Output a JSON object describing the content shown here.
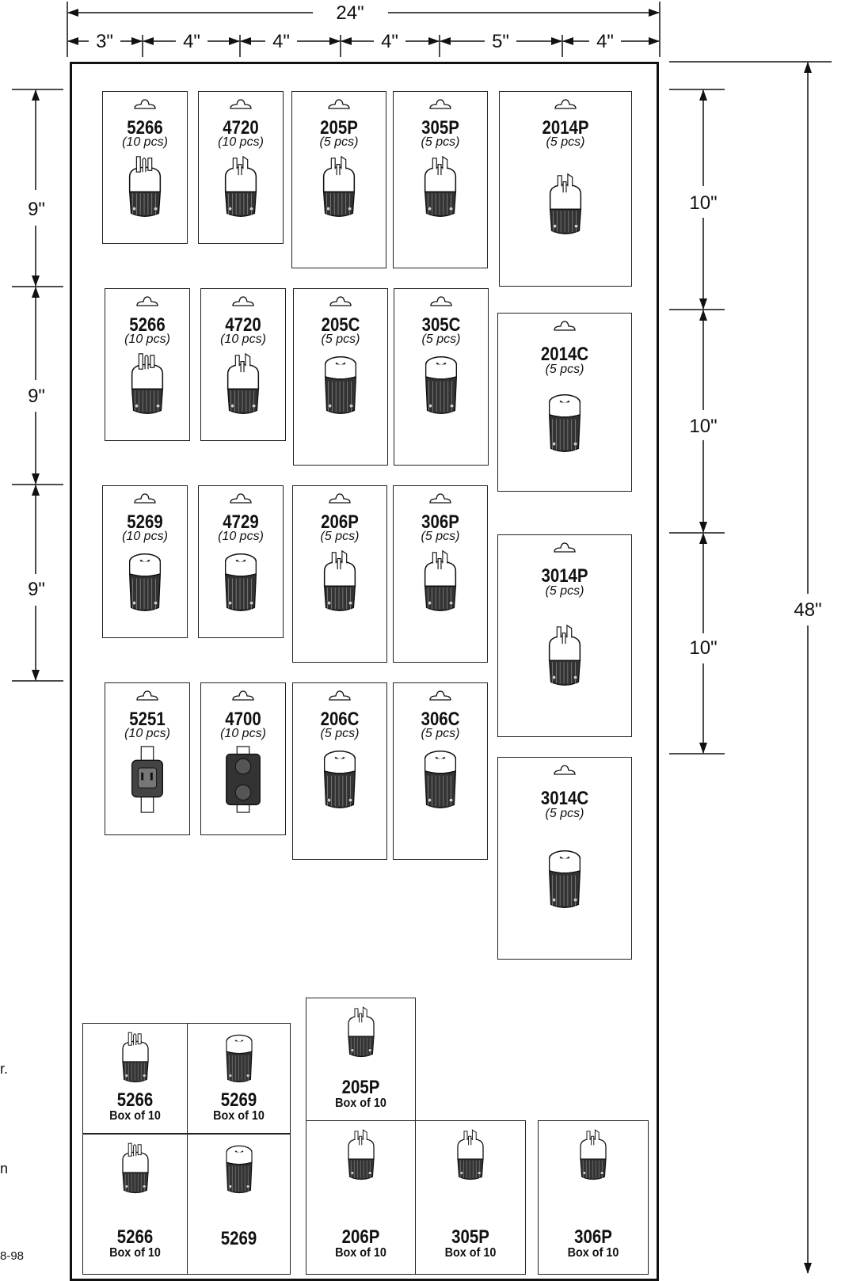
{
  "dimensions": {
    "total_width": "24\"",
    "columns": [
      "3\"",
      "4\"",
      "4\"",
      "4\"",
      "5\"",
      "4\""
    ],
    "left_rows": [
      "9\"",
      "9\"",
      "9\""
    ],
    "right_rows": [
      "10\"",
      "10\"",
      "10\""
    ],
    "total_height": "48\""
  },
  "cards": [
    {
      "code": "5266",
      "qty": "(10 pcs)",
      "image": "plug-icon"
    },
    {
      "code": "4720",
      "qty": "(10 pcs)",
      "image": "locking-plug-icon"
    },
    {
      "code": "205P",
      "qty": "(5 pcs)",
      "image": "locking-plug-icon"
    },
    {
      "code": "305P",
      "qty": "(5 pcs)",
      "image": "locking-plug-icon"
    },
    {
      "code": "2014P",
      "qty": "(5 pcs)",
      "image": "locking-plug-icon"
    },
    {
      "code": "5266",
      "qty": "(10 pcs)",
      "image": "plug-icon"
    },
    {
      "code": "4720",
      "qty": "(10 pcs)",
      "image": "locking-plug-icon"
    },
    {
      "code": "205C",
      "qty": "(5 pcs)",
      "image": "connector-icon"
    },
    {
      "code": "305C",
      "qty": "(5 pcs)",
      "image": "connector-icon"
    },
    {
      "code": "2014C",
      "qty": "(5 pcs)",
      "image": "connector-icon"
    },
    {
      "code": "5269",
      "qty": "(10 pcs)",
      "image": "connector-icon"
    },
    {
      "code": "4729",
      "qty": "(10 pcs)",
      "image": "connector-icon"
    },
    {
      "code": "206P",
      "qty": "(5 pcs)",
      "image": "locking-plug-icon"
    },
    {
      "code": "306P",
      "qty": "(5 pcs)",
      "image": "locking-plug-icon"
    },
    {
      "code": "3014P",
      "qty": "(5 pcs)",
      "image": "locking-plug-icon"
    },
    {
      "code": "5251",
      "qty": "(10 pcs)",
      "image": "receptacle-icon"
    },
    {
      "code": "4700",
      "qty": "(10 pcs)",
      "image": "duplex-receptacle-icon"
    },
    {
      "code": "206C",
      "qty": "(5 pcs)",
      "image": "connector-icon"
    },
    {
      "code": "306C",
      "qty": "(5 pcs)",
      "image": "connector-icon"
    },
    {
      "code": "3014C",
      "qty": "(5 pcs)",
      "image": "connector-icon"
    }
  ],
  "boxes": [
    {
      "code": "5266",
      "sub": "Box of 10"
    },
    {
      "code": "5269",
      "sub": "Box of 10"
    },
    {
      "code": "205P",
      "sub": "Box of 10"
    },
    {
      "code": "5266",
      "sub": "Box of 10"
    },
    {
      "code": "5269",
      "sub": ""
    },
    {
      "code": "206P",
      "sub": "Box of 10"
    },
    {
      "code": "305P",
      "sub": "Box of 10"
    },
    {
      "code": "306P",
      "sub": "Box of 10"
    }
  ],
  "edge_text": {
    "mark1": "r.",
    "mark2": "n",
    "mark3": "8-98"
  }
}
